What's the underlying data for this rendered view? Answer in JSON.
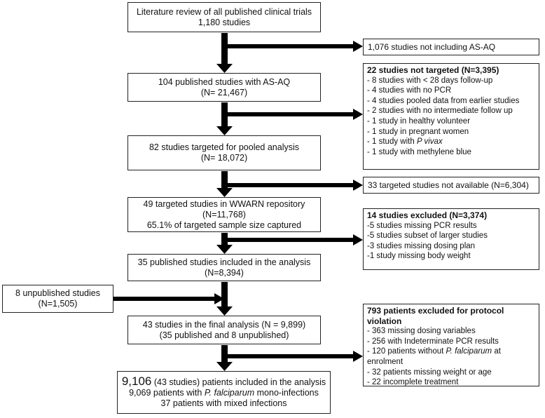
{
  "main_flow": {
    "lit_review": [
      "Literature review of all published clinical trials",
      "1,180 studies"
    ],
    "with_asaq": [
      "104 published studies with AS-AQ",
      "(N= 21,467)"
    ],
    "targeted": [
      "82 studies targeted for pooled analysis",
      "(N= 18,072)"
    ],
    "repository": [
      "49 targeted  studies in WWARN repository",
      "(N=11,768)",
      "65.1% of targeted sample size captured"
    ],
    "published_included": [
      "35 published studies included in the analysis",
      "(N=8,394)"
    ],
    "final_analysis": [
      "43 studies in the final analysis (N = 9,899)",
      "(35 published and 8 unpublished)"
    ],
    "patients_included": {
      "count": "9,106",
      "rest": " (43 studies) patients included in the analysis",
      "line2_pre": "9,069 patients with ",
      "line2_em": "P. falciparum",
      "line2_post": " mono-infections",
      "line3": "37 patients with mixed infections"
    }
  },
  "side_boxes": {
    "no_asaq": "1,076 studies not including AS-AQ",
    "not_targeted": {
      "title": "22 studies not targeted (N=3,395)",
      "items": [
        "- 8 studies with < 28 days follow-up",
        "- 4 studies with no PCR",
        "- 4 studies pooled data from earlier studies",
        "- 2 studies with no intermediate follow up",
        "- 1 study in healthy volunteer",
        "- 1 study in pregnant women"
      ],
      "vivax_pre": "- 1 study with ",
      "vivax_em": "P vivax",
      "last": "- 1 study with methylene blue"
    },
    "not_available": "33 targeted studies not available (N=6,304)",
    "excluded": {
      "title": "14 studies excluded (N=3,374)",
      "items": [
        "-5 studies missing PCR results",
        "-5 studies subset of larger studies",
        "-3 studies missing dosing plan",
        "-1 study missing body weight"
      ]
    },
    "unpublished": [
      "8 unpublished studies",
      "(N=1,505)"
    ],
    "protocol_violation": {
      "title": "793 patients excluded for protocol violation",
      "items": [
        "- 363 missing dosing variables",
        "- 256 with Indeterminate PCR results"
      ],
      "pf_pre": "- 120 patients without ",
      "pf_em": "P. falciparum",
      "pf_post": " at",
      "pf_line2": "enrolment",
      "tail": [
        "- 32 patients missing weight or age",
        "- 22 incomplete treatment"
      ]
    }
  }
}
